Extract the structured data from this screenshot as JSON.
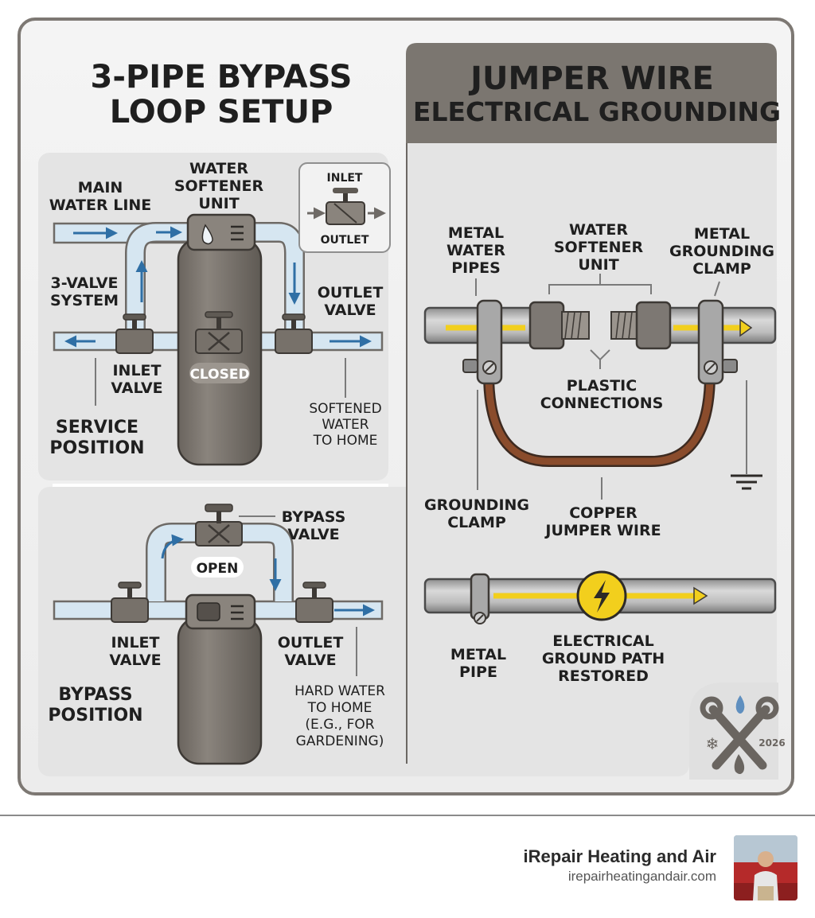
{
  "left_panel": {
    "title_line1": "3-PIPE BYPASS",
    "title_line2": "LOOP SETUP",
    "service": {
      "main_water_line_1": "MAIN",
      "main_water_line_2": "WATER LINE",
      "softener_1": "WATER",
      "softener_2": "SOFTENER",
      "softener_3": "UNIT",
      "three_valve_1": "3-VALVE",
      "three_valve_2": "SYSTEM",
      "outlet_valve_1": "OUTLET",
      "outlet_valve_2": "VALVE",
      "inlet_valve_1": "INLET",
      "inlet_valve_2": "VALVE",
      "closed": "CLOSED",
      "position_1": "SERVICE",
      "position_2": "POSITION",
      "softened_1": "SOFTENED",
      "softened_2": "WATER",
      "softened_3": "TO HOME",
      "inset_inlet": "INLET",
      "inset_outlet": "OUTLET"
    },
    "bypass": {
      "bypass_valve_1": "BYPASS",
      "bypass_valve_2": "VALVE",
      "open": "OPEN",
      "inlet_valve_1": "INLET",
      "inlet_valve_2": "VALVE",
      "outlet_valve_1": "OUTLET",
      "outlet_valve_2": "VALVE",
      "position_1": "BYPASS",
      "position_2": "POSITION",
      "hard_1": "HARD WATER",
      "hard_2": "TO HOME",
      "hard_3": "(E.G., FOR",
      "hard_4": "GARDENING)"
    }
  },
  "right_panel": {
    "title_line1": "JUMPER WIRE",
    "title_line2": "ELECTRICAL GROUNDING",
    "metal_pipes_1": "METAL",
    "metal_pipes_2": "WATER",
    "metal_pipes_3": "PIPES",
    "softener_1": "WATER",
    "softener_2": "SOFTENER",
    "softener_3": "UNIT",
    "clamp_1": "METAL",
    "clamp_2": "GROUNDING",
    "clamp_3": "CLAMP",
    "plastic_1": "PLASTIC",
    "plastic_2": "CONNECTIONS",
    "grounding_clamp_1": "GROUNDING",
    "grounding_clamp_2": "CLAMP",
    "copper_1": "COPPER",
    "copper_2": "JUMPER WIRE",
    "metal_pipe_1": "METAL",
    "metal_pipe_2": "PIPE",
    "ground_path_1": "ELECTRICAL",
    "ground_path_2": "GROUND PATH",
    "ground_path_3": "RESTORED"
  },
  "badge": {
    "year": "2026",
    "icons": [
      "wrench-icon",
      "snowflake-icon",
      "flame-icon",
      "water-drop-icon"
    ]
  },
  "footer": {
    "brand_name": "iRepair Heating and Air",
    "brand_url": "irepairheatingandair.com"
  },
  "colors": {
    "frame": "#7d7873",
    "header_band": "#7b7670",
    "pipe_water": "#d6e6f1",
    "flow_arrow": "#2f6fa5",
    "tank": "#77716a",
    "copper_wire": "#8a4c2c",
    "yellow_current": "#f2cf1d"
  }
}
